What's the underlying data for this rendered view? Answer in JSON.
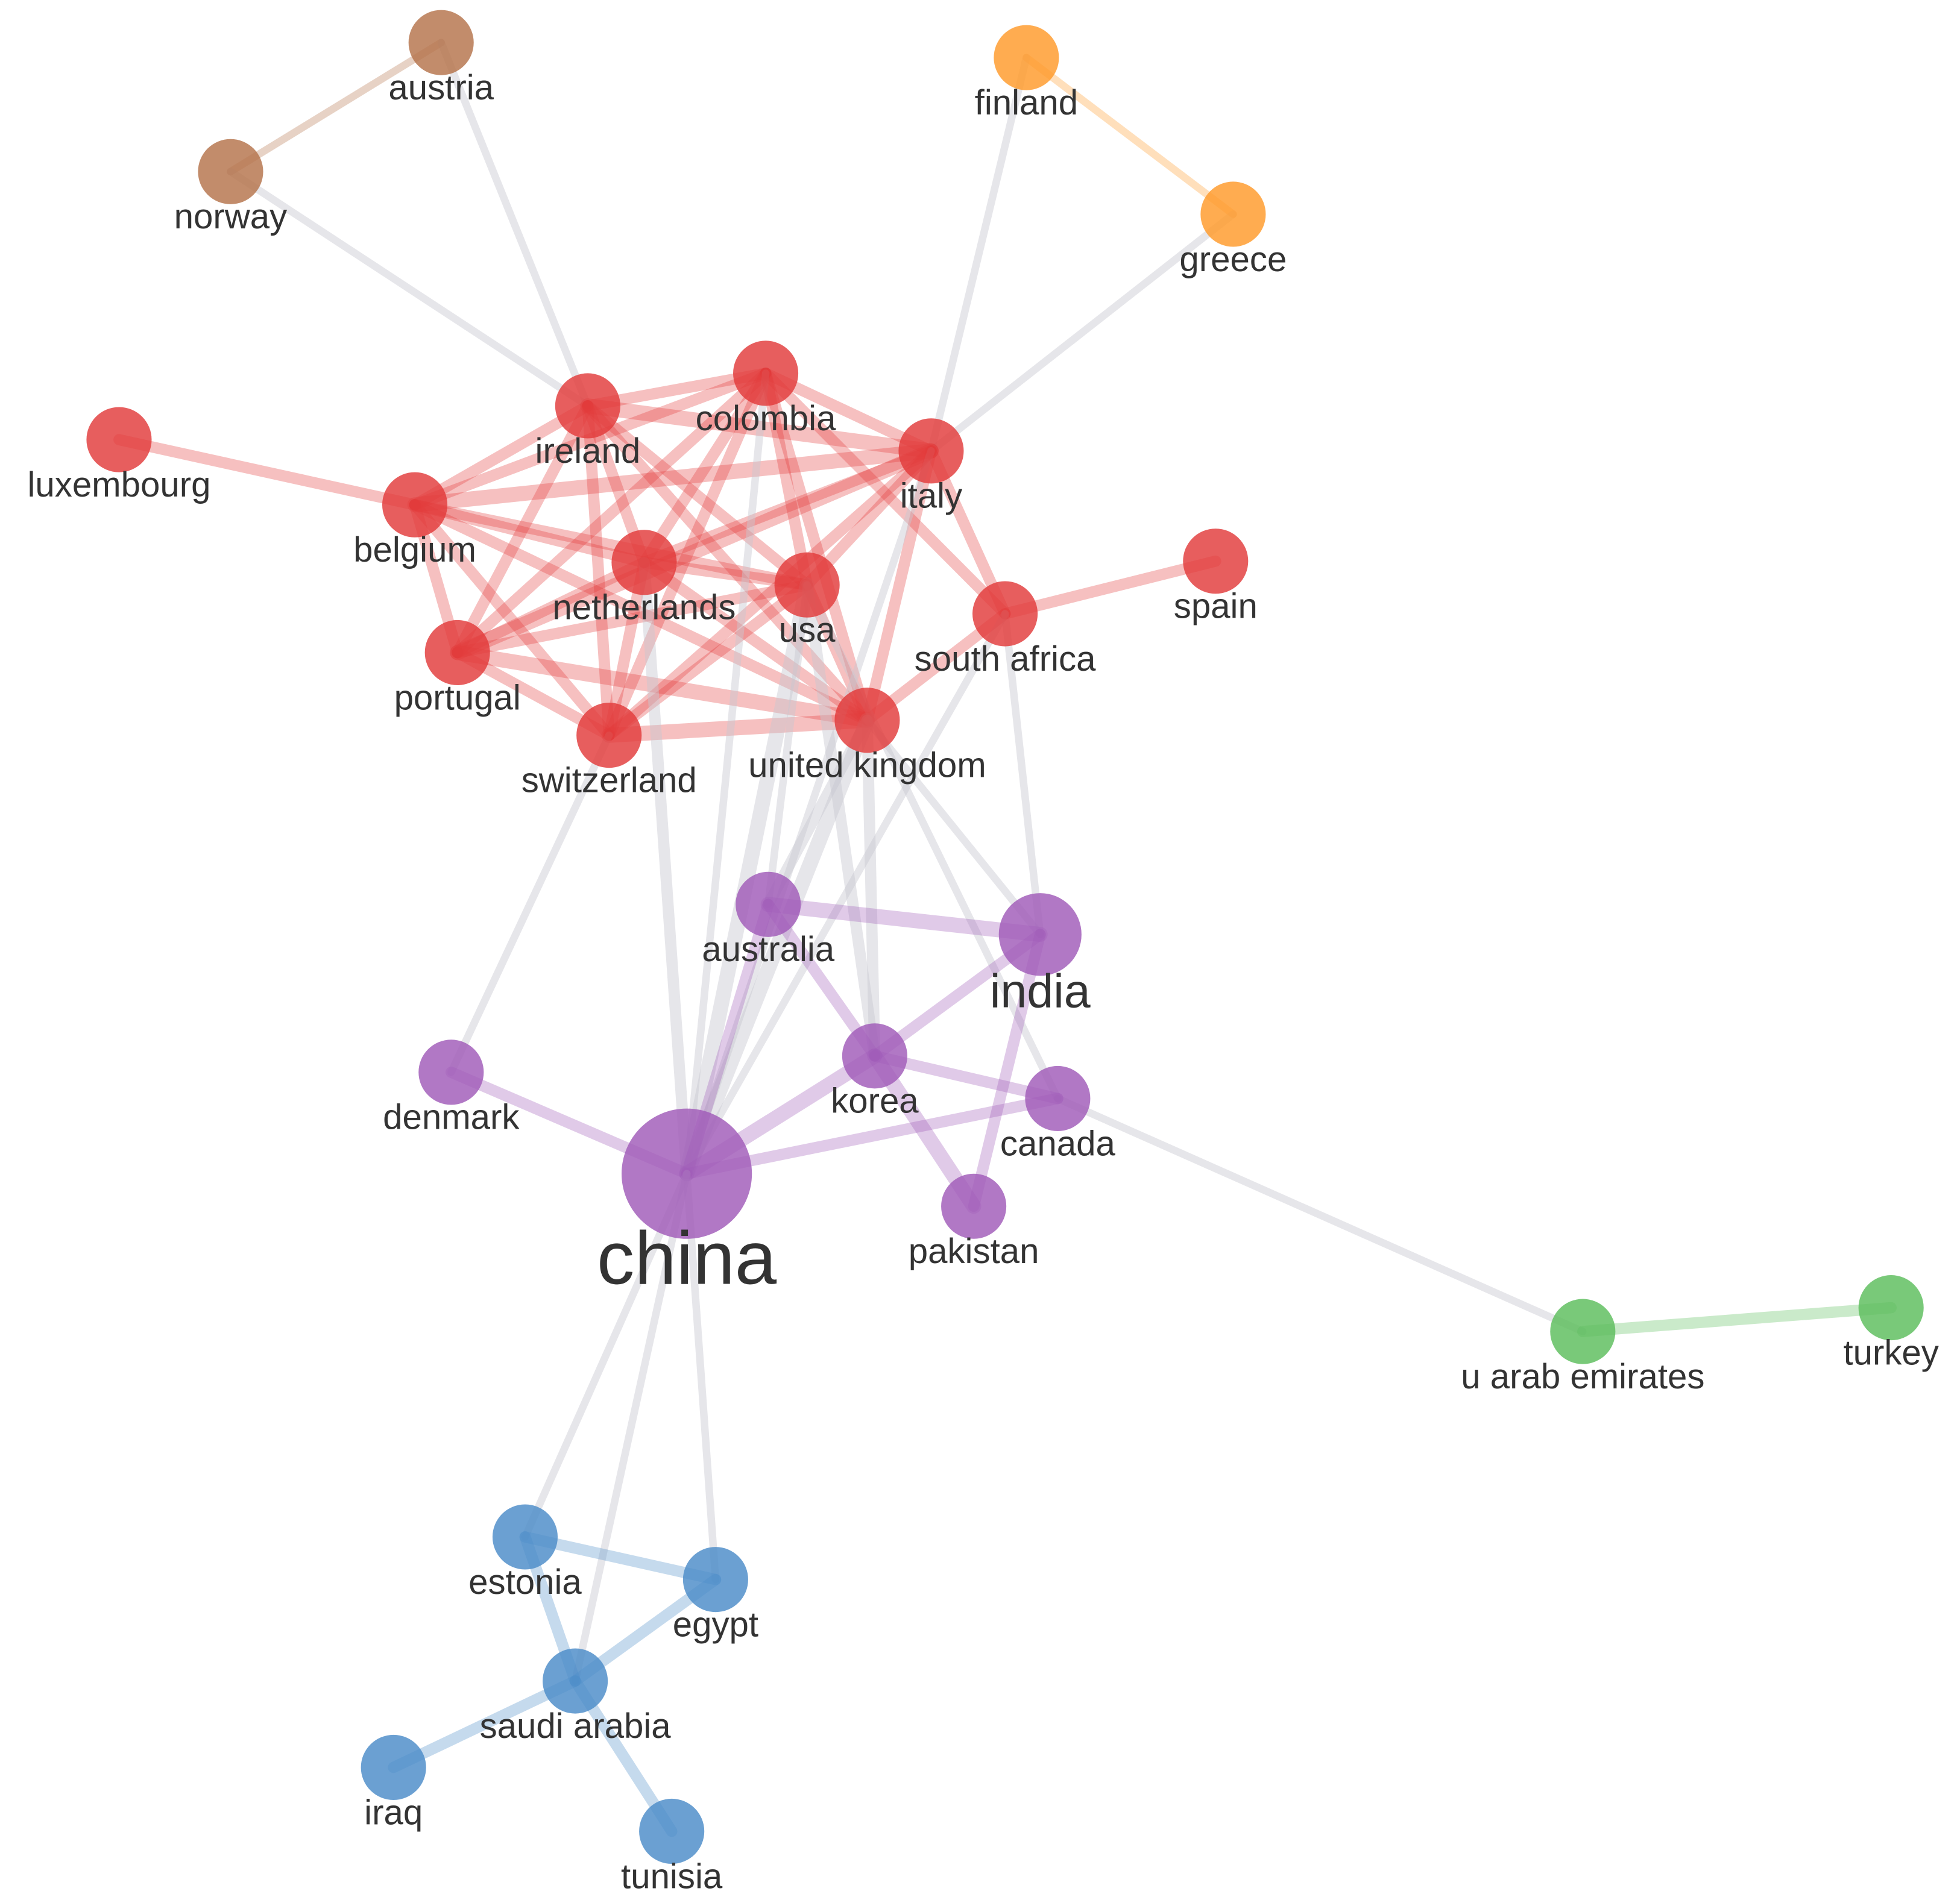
{
  "clusters": [
    {
      "id": "red",
      "color": "#e23a3a"
    },
    {
      "id": "purple",
      "color": "#a05ab8"
    },
    {
      "id": "blue",
      "color": "#4a8bc8"
    },
    {
      "id": "green",
      "color": "#5bbd5b"
    },
    {
      "id": "orange",
      "color": "#ff9a2a"
    },
    {
      "id": "brown",
      "color": "#b5734a"
    }
  ],
  "inter_cluster_edge_color": "#c8c8d0",
  "nodes": [
    {
      "id": "austria",
      "label": "austria",
      "cluster": "brown",
      "weight": 1
    },
    {
      "id": "norway",
      "label": "norway",
      "cluster": "brown",
      "weight": 1
    },
    {
      "id": "finland",
      "label": "finland",
      "cluster": "orange",
      "weight": 1
    },
    {
      "id": "greece",
      "label": "greece",
      "cluster": "orange",
      "weight": 1
    },
    {
      "id": "luxembourg",
      "label": "luxembourg",
      "cluster": "red",
      "weight": 1
    },
    {
      "id": "ireland",
      "label": "ireland",
      "cluster": "red",
      "weight": 1
    },
    {
      "id": "colombia",
      "label": "colombia",
      "cluster": "red",
      "weight": 1
    },
    {
      "id": "italy",
      "label": "italy",
      "cluster": "red",
      "weight": 1
    },
    {
      "id": "belgium",
      "label": "belgium",
      "cluster": "red",
      "weight": 1
    },
    {
      "id": "netherlands",
      "label": "netherlands",
      "cluster": "red",
      "weight": 1
    },
    {
      "id": "usa",
      "label": "usa",
      "cluster": "red",
      "weight": 1
    },
    {
      "id": "south_africa",
      "label": "south africa",
      "cluster": "red",
      "weight": 1
    },
    {
      "id": "spain",
      "label": "spain",
      "cluster": "red",
      "weight": 1
    },
    {
      "id": "portugal",
      "label": "portugal",
      "cluster": "red",
      "weight": 1
    },
    {
      "id": "switzerland",
      "label": "switzerland",
      "cluster": "red",
      "weight": 1
    },
    {
      "id": "united_kingdom",
      "label": "united kingdom",
      "cluster": "red",
      "weight": 1
    },
    {
      "id": "australia",
      "label": "australia",
      "cluster": "purple",
      "weight": 1
    },
    {
      "id": "india",
      "label": "india",
      "cluster": "purple",
      "weight": 2
    },
    {
      "id": "denmark",
      "label": "denmark",
      "cluster": "purple",
      "weight": 1
    },
    {
      "id": "korea",
      "label": "korea",
      "cluster": "purple",
      "weight": 1
    },
    {
      "id": "canada",
      "label": "canada",
      "cluster": "purple",
      "weight": 1
    },
    {
      "id": "china",
      "label": "china",
      "cluster": "purple",
      "weight": 5
    },
    {
      "id": "pakistan",
      "label": "pakistan",
      "cluster": "purple",
      "weight": 1
    },
    {
      "id": "u_arab_emirates",
      "label": "u arab emirates",
      "cluster": "green",
      "weight": 1
    },
    {
      "id": "turkey",
      "label": "turkey",
      "cluster": "green",
      "weight": 1
    },
    {
      "id": "estonia",
      "label": "estonia",
      "cluster": "blue",
      "weight": 1
    },
    {
      "id": "egypt",
      "label": "egypt",
      "cluster": "blue",
      "weight": 1
    },
    {
      "id": "saudi_arabia",
      "label": "saudi arabia",
      "cluster": "blue",
      "weight": 1
    },
    {
      "id": "iraq",
      "label": "iraq",
      "cluster": "blue",
      "weight": 1
    },
    {
      "id": "tunisia",
      "label": "tunisia",
      "cluster": "blue",
      "weight": 1
    }
  ],
  "edges": [
    {
      "source": "austria",
      "target": "norway",
      "strength": 1
    },
    {
      "source": "finland",
      "target": "greece",
      "strength": 1
    },
    {
      "source": "austria",
      "target": "ireland",
      "strength": 1
    },
    {
      "source": "norway",
      "target": "ireland",
      "strength": 1
    },
    {
      "source": "finland",
      "target": "italy",
      "strength": 1
    },
    {
      "source": "greece",
      "target": "italy",
      "strength": 1
    },
    {
      "source": "luxembourg",
      "target": "belgium",
      "strength": 2
    },
    {
      "source": "spain",
      "target": "south_africa",
      "strength": 2
    },
    {
      "source": "belgium",
      "target": "ireland",
      "strength": 2
    },
    {
      "source": "belgium",
      "target": "colombia",
      "strength": 2
    },
    {
      "source": "belgium",
      "target": "italy",
      "strength": 3
    },
    {
      "source": "belgium",
      "target": "netherlands",
      "strength": 2
    },
    {
      "source": "belgium",
      "target": "usa",
      "strength": 2
    },
    {
      "source": "belgium",
      "target": "portugal",
      "strength": 2
    },
    {
      "source": "belgium",
      "target": "switzerland",
      "strength": 2
    },
    {
      "source": "belgium",
      "target": "united_kingdom",
      "strength": 2
    },
    {
      "source": "ireland",
      "target": "colombia",
      "strength": 2
    },
    {
      "source": "ireland",
      "target": "italy",
      "strength": 3
    },
    {
      "source": "ireland",
      "target": "netherlands",
      "strength": 2
    },
    {
      "source": "ireland",
      "target": "usa",
      "strength": 2
    },
    {
      "source": "ireland",
      "target": "portugal",
      "strength": 2
    },
    {
      "source": "ireland",
      "target": "switzerland",
      "strength": 2
    },
    {
      "source": "ireland",
      "target": "united_kingdom",
      "strength": 2
    },
    {
      "source": "colombia",
      "target": "italy",
      "strength": 2
    },
    {
      "source": "colombia",
      "target": "netherlands",
      "strength": 2
    },
    {
      "source": "colombia",
      "target": "usa",
      "strength": 2
    },
    {
      "source": "colombia",
      "target": "portugal",
      "strength": 2
    },
    {
      "source": "colombia",
      "target": "switzerland",
      "strength": 2
    },
    {
      "source": "colombia",
      "target": "united_kingdom",
      "strength": 2
    },
    {
      "source": "colombia",
      "target": "south_africa",
      "strength": 2
    },
    {
      "source": "italy",
      "target": "netherlands",
      "strength": 2
    },
    {
      "source": "italy",
      "target": "usa",
      "strength": 2
    },
    {
      "source": "italy",
      "target": "portugal",
      "strength": 3
    },
    {
      "source": "italy",
      "target": "switzerland",
      "strength": 2
    },
    {
      "source": "italy",
      "target": "united_kingdom",
      "strength": 2
    },
    {
      "source": "italy",
      "target": "south_africa",
      "strength": 2
    },
    {
      "source": "netherlands",
      "target": "usa",
      "strength": 2
    },
    {
      "source": "netherlands",
      "target": "portugal",
      "strength": 2
    },
    {
      "source": "netherlands",
      "target": "switzerland",
      "strength": 2
    },
    {
      "source": "netherlands",
      "target": "united_kingdom",
      "strength": 2
    },
    {
      "source": "usa",
      "target": "portugal",
      "strength": 2
    },
    {
      "source": "usa",
      "target": "switzerland",
      "strength": 2
    },
    {
      "source": "usa",
      "target": "united_kingdom",
      "strength": 2
    },
    {
      "source": "portugal",
      "target": "switzerland",
      "strength": 2
    },
    {
      "source": "portugal",
      "target": "united_kingdom",
      "strength": 3
    },
    {
      "source": "switzerland",
      "target": "united_kingdom",
      "strength": 3
    },
    {
      "source": "south_africa",
      "target": "united_kingdom",
      "strength": 2
    },
    {
      "source": "china",
      "target": "usa",
      "strength": 3
    },
    {
      "source": "china",
      "target": "united_kingdom",
      "strength": 3
    },
    {
      "source": "china",
      "target": "netherlands",
      "strength": 2
    },
    {
      "source": "china",
      "target": "italy",
      "strength": 1
    },
    {
      "source": "china",
      "target": "colombia",
      "strength": 1
    },
    {
      "source": "china",
      "target": "south_africa",
      "strength": 1
    },
    {
      "source": "korea",
      "target": "usa",
      "strength": 2
    },
    {
      "source": "korea",
      "target": "united_kingdom",
      "strength": 2
    },
    {
      "source": "australia",
      "target": "usa",
      "strength": 1
    },
    {
      "source": "australia",
      "target": "united_kingdom",
      "strength": 2
    },
    {
      "source": "india",
      "target": "united_kingdom",
      "strength": 1
    },
    {
      "source": "india",
      "target": "south_africa",
      "strength": 1
    },
    {
      "source": "canada",
      "target": "usa",
      "strength": 1
    },
    {
      "source": "denmark",
      "target": "switzerland",
      "strength": 1
    },
    {
      "source": "canada",
      "target": "u_arab_emirates",
      "strength": 1
    },
    {
      "source": "china",
      "target": "australia",
      "strength": 2
    },
    {
      "source": "china",
      "target": "korea",
      "strength": 3
    },
    {
      "source": "china",
      "target": "denmark",
      "strength": 2
    },
    {
      "source": "china",
      "target": "canada",
      "strength": 2
    },
    {
      "source": "australia",
      "target": "india",
      "strength": 3
    },
    {
      "source": "australia",
      "target": "korea",
      "strength": 2
    },
    {
      "source": "india",
      "target": "korea",
      "strength": 2
    },
    {
      "source": "india",
      "target": "pakistan",
      "strength": 2
    },
    {
      "source": "korea",
      "target": "canada",
      "strength": 2
    },
    {
      "source": "korea",
      "target": "pakistan",
      "strength": 3
    },
    {
      "source": "u_arab_emirates",
      "target": "turkey",
      "strength": 2
    },
    {
      "source": "china",
      "target": "estonia",
      "strength": 1
    },
    {
      "source": "china",
      "target": "egypt",
      "strength": 1
    },
    {
      "source": "china",
      "target": "saudi_arabia",
      "strength": 1
    },
    {
      "source": "estonia",
      "target": "egypt",
      "strength": 2
    },
    {
      "source": "estonia",
      "target": "saudi_arabia",
      "strength": 2
    },
    {
      "source": "egypt",
      "target": "saudi_arabia",
      "strength": 2
    },
    {
      "source": "saudi_arabia",
      "target": "iraq",
      "strength": 2
    },
    {
      "source": "saudi_arabia",
      "target": "tunisia",
      "strength": 2
    }
  ]
}
